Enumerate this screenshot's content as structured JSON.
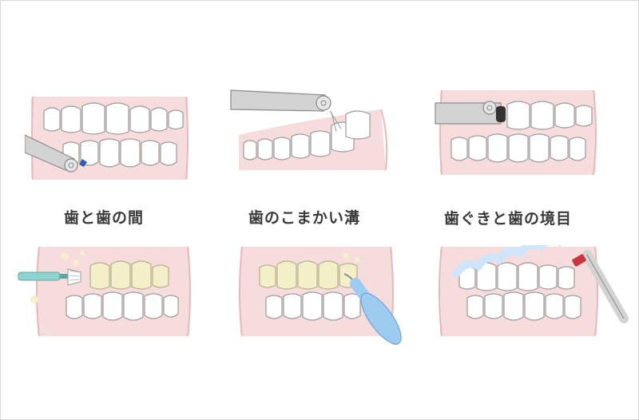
{
  "captions": [
    "歯と歯の間",
    "歯のこまかい溝",
    "歯ぐきと歯の境目"
  ],
  "colors": {
    "gum": "#f6dcdc",
    "gum_edge": "#e8b9b9",
    "tooth": "#ffffff",
    "tooth_outline": "#9a9a9a",
    "stain": "#f3efc8",
    "tool_grey": "#d3d3d3",
    "brush_teal": "#8fd3d0",
    "mirror_blue": "#9ecbf0",
    "plaque_blue": "#cfe5fb",
    "tip_red": "#c9353b",
    "text": "#3a3a3a"
  },
  "icons": [
    "interdental-brush-icon",
    "polishing-tool-icon",
    "mirror-probe-icon",
    "periodontal-probe-icon"
  ]
}
